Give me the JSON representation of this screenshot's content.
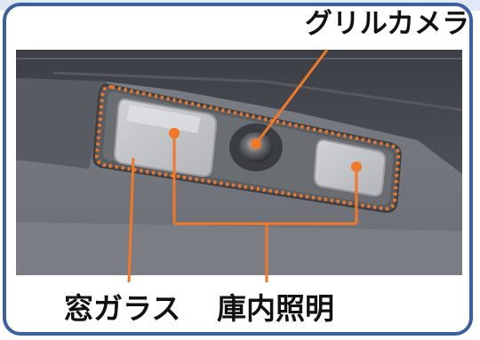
{
  "labels": {
    "grill_camera": "グリルカメラ",
    "window_glass": "窓ガラス",
    "interior_light": "庫内照明"
  },
  "colors": {
    "callout": "#f07828",
    "frame_border": "#3b5fa3",
    "sky": "#dfe9f4"
  }
}
